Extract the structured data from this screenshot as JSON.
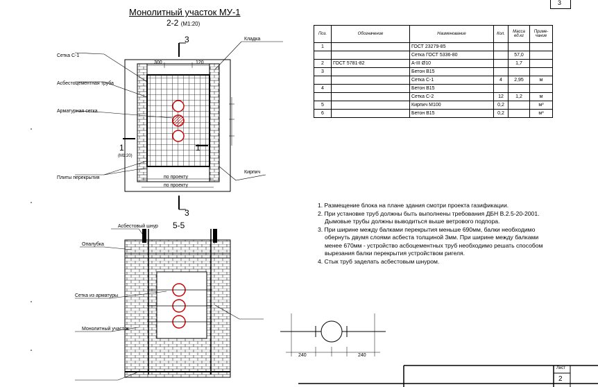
{
  "sheet": {
    "number_top": "3",
    "number_bottom": "2",
    "sheet_label": "Лист"
  },
  "title": "Монолитный участок МУ-1",
  "sections": {
    "s22": "2-2",
    "s22_note": "(М1:20)",
    "s55": "5-5",
    "cut3": "3",
    "cut1": "1",
    "cut1_note": "(М1:20)"
  },
  "labels": {
    "l1": "Сетка С-1",
    "l2": "Асбестоцементная труба",
    "l3": "Арматурная сетка",
    "l4": "Плиты перекрытия",
    "l5": "Кладка",
    "l6": "Кирпич",
    "l7": "Асбестовый шнур",
    "l8": "Опалубка",
    "l9": "Сетка из арматуры",
    "l10": "Монолитный участок",
    "dim1": "по проекту",
    "dim2": "по проекту",
    "dim_a": "300",
    "dim_b": "120",
    "dim_c": "240",
    "dim_d": "240"
  },
  "table": {
    "headers": [
      "Поз.",
      "Обозначение",
      "Наименование",
      "Кол.",
      "Масса ед.кг",
      "Приме-чание"
    ],
    "rows": [
      [
        "1",
        "",
        "ГОСТ 23279-85",
        "",
        "",
        ""
      ],
      [
        "",
        "",
        "Сетка ГОСТ 5336-80",
        "",
        "57,0",
        ""
      ],
      [
        "2",
        "ГОСТ 5781-82",
        "А-III Ø10",
        "",
        "1,7",
        ""
      ],
      [
        "3",
        "",
        "Бетон В15",
        "",
        "",
        ""
      ],
      [
        "",
        "",
        "Сетка С-1",
        "4",
        "2,95",
        "м"
      ],
      [
        "4",
        "",
        "Бетон В15",
        "",
        "",
        ""
      ],
      [
        "",
        "",
        "Сетка С-2",
        "12",
        "1,2",
        "м"
      ],
      [
        "5",
        "",
        "Кирпич М100",
        "0,2",
        "",
        "м³"
      ],
      [
        "6",
        "",
        "Бетон В15",
        "0,2",
        "",
        "м³"
      ]
    ]
  },
  "notes": [
    "1. Размещение блока на плане здания смотри проекта газификации.",
    "2. При установке труб должны быть выполнены требования ДБН В.2.5-20-2001. Дымовые трубы должны выводиться выше ветрового подпора.",
    "3. При ширине между балками перекрытия меньше 690мм, балки необходимо обернуть двумя слоями асбеста толщиной 3мм. При ширине между балками менее 670мм - устройство асбоцементных труб необходимо решать способом вырезания балки перекрытия устройством ригеля.",
    "4. Стык труб заделать асбестовым шнуром."
  ]
}
